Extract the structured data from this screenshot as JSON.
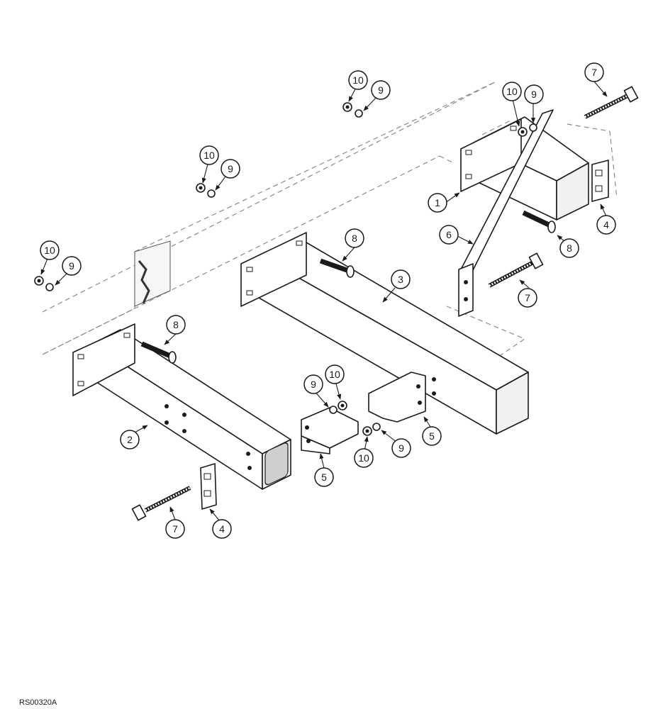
{
  "drawing_code": "RS00320A",
  "callouts": [
    {
      "id": "c1",
      "label": "1"
    },
    {
      "id": "c2",
      "label": "2"
    },
    {
      "id": "c3",
      "label": "3"
    },
    {
      "id": "c4a",
      "label": "4"
    },
    {
      "id": "c4b",
      "label": "4"
    },
    {
      "id": "c5a",
      "label": "5"
    },
    {
      "id": "c5b",
      "label": "5"
    },
    {
      "id": "c6",
      "label": "6"
    },
    {
      "id": "c7a",
      "label": "7"
    },
    {
      "id": "c7b",
      "label": "7"
    },
    {
      "id": "c7c",
      "label": "7"
    },
    {
      "id": "c8a",
      "label": "8"
    },
    {
      "id": "c8b",
      "label": "8"
    },
    {
      "id": "c8c",
      "label": "8"
    },
    {
      "id": "c9a",
      "label": "9"
    },
    {
      "id": "c9b",
      "label": "9"
    },
    {
      "id": "c9c",
      "label": "9"
    },
    {
      "id": "c9d",
      "label": "9"
    },
    {
      "id": "c9e",
      "label": "9"
    },
    {
      "id": "c9f",
      "label": "9"
    },
    {
      "id": "c10a",
      "label": "10"
    },
    {
      "id": "c10b",
      "label": "10"
    },
    {
      "id": "c10c",
      "label": "10"
    },
    {
      "id": "c10d",
      "label": "10"
    },
    {
      "id": "c10e",
      "label": "10"
    },
    {
      "id": "c10f",
      "label": "10"
    }
  ]
}
